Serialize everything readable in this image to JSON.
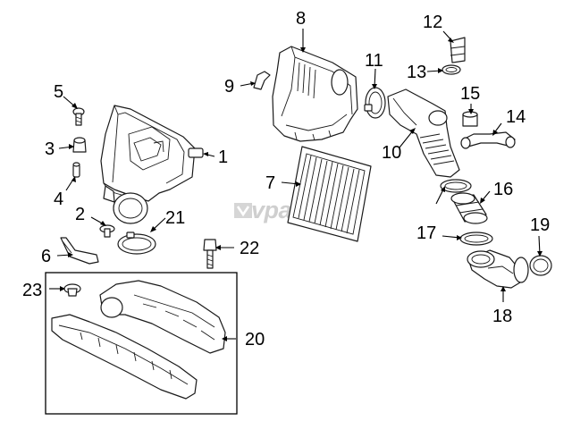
{
  "watermark": {
    "text": "vparts",
    "color": "#cfcfcf"
  },
  "callouts": [
    {
      "id": "1",
      "label": "1"
    },
    {
      "id": "2",
      "label": "2"
    },
    {
      "id": "3",
      "label": "3"
    },
    {
      "id": "4",
      "label": "4"
    },
    {
      "id": "5",
      "label": "5"
    },
    {
      "id": "6",
      "label": "6"
    },
    {
      "id": "7",
      "label": "7"
    },
    {
      "id": "8",
      "label": "8"
    },
    {
      "id": "9",
      "label": "9"
    },
    {
      "id": "10",
      "label": "10"
    },
    {
      "id": "11",
      "label": "11"
    },
    {
      "id": "12",
      "label": "12"
    },
    {
      "id": "13",
      "label": "13"
    },
    {
      "id": "14",
      "label": "14"
    },
    {
      "id": "15",
      "label": "15"
    },
    {
      "id": "16",
      "label": "16"
    },
    {
      "id": "17",
      "label": "17"
    },
    {
      "id": "18",
      "label": "18"
    },
    {
      "id": "19",
      "label": "19"
    },
    {
      "id": "20",
      "label": "20"
    },
    {
      "id": "21",
      "label": "21"
    },
    {
      "id": "22",
      "label": "22"
    },
    {
      "id": "23",
      "label": "23"
    }
  ]
}
